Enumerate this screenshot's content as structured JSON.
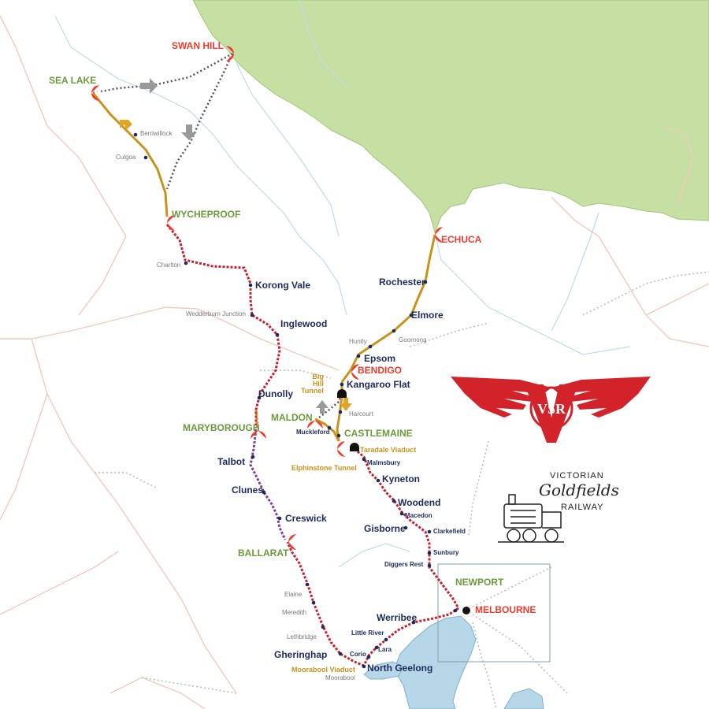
{
  "colors": {
    "water": "#b6d7e8",
    "nsw": "#c6e0a4",
    "rail_gold": "#c9921b",
    "rail_red": "#c8202f",
    "rail_purple": "#7b3fa0",
    "rail_orange": "#e47a24",
    "rail_grey": "#555555",
    "label_major": "#ef3b2d",
    "label_terminus": "#6a9a3a",
    "label_town": "#1c2a5c",
    "label_minor": "#7a7a7a",
    "label_feature": "#c9921b",
    "pin": "#ef3b2d",
    "logo_red": "#d2232a"
  },
  "map": {
    "major": {
      "swan_hill": "SWAN HILL",
      "echuca": "ECHUCA",
      "bendigo": "BENDIGO",
      "melbourne": "MELBOURNE"
    },
    "terminus": {
      "sea_lake": "SEA LAKE",
      "wycheproof": "WYCHEPROOF",
      "maryborough": "MARYBOROUGH",
      "maldon": "MALDON",
      "castlemaine": "CASTLEMAINE",
      "ballarat": "BALLARAT",
      "newport": "NEWPORT"
    },
    "towns": {
      "korong_vale": "Korong Vale",
      "inglewood": "Inglewood",
      "dunolly": "Dunolly",
      "rochester": "Rochester",
      "elmore": "Elmore",
      "epsom": "Epsom",
      "kangaroo_flat": "Kangaroo Flat",
      "talbot": "Talbot",
      "clunes": "Clunes",
      "creswick": "Creswick",
      "kyneton": "Kyneton",
      "woodend": "Woodend",
      "gisborne": "Gisborne",
      "werribee": "Werribee",
      "gheringhap": "Gheringhap",
      "north_geelong": "North Geelong"
    },
    "minor": {
      "berriwillock": "Berriwillock",
      "culgoa": "Culgoa",
      "charlton": "Charlton",
      "wedderburn_junction": "Wedderburn Junction",
      "huntly": "Huntly",
      "goornong": "Goornong",
      "harcourt": "Harcourt",
      "elaine": "Elaine",
      "meredith": "Meredith",
      "lethbridge": "Lethbridge",
      "moorabool": "Moorabool"
    },
    "small_stations": {
      "muckleford": "Muckleford",
      "malmsbury": "Malmsbury",
      "macedon": "Macedon",
      "clarkefield": "Clarkefield",
      "sunbury": "Sunbury",
      "diggers_rest": "Diggers Rest",
      "little_river": "Little River",
      "lara": "Lara",
      "corio": "Corio"
    },
    "features": {
      "big_hill_tunnel": "Big\nHill\nTunnel",
      "taradale_viaduct": "Taradale Viaduct",
      "elphinstone_tunnel": "Elphinstone Tunnel",
      "moorabool_viaduct": "Moorabool Viaduct"
    }
  },
  "logo": {
    "emblem": "VSR",
    "line1": "VICTORIAN",
    "line2": "Goldfields",
    "line3": "RAILWAY"
  }
}
